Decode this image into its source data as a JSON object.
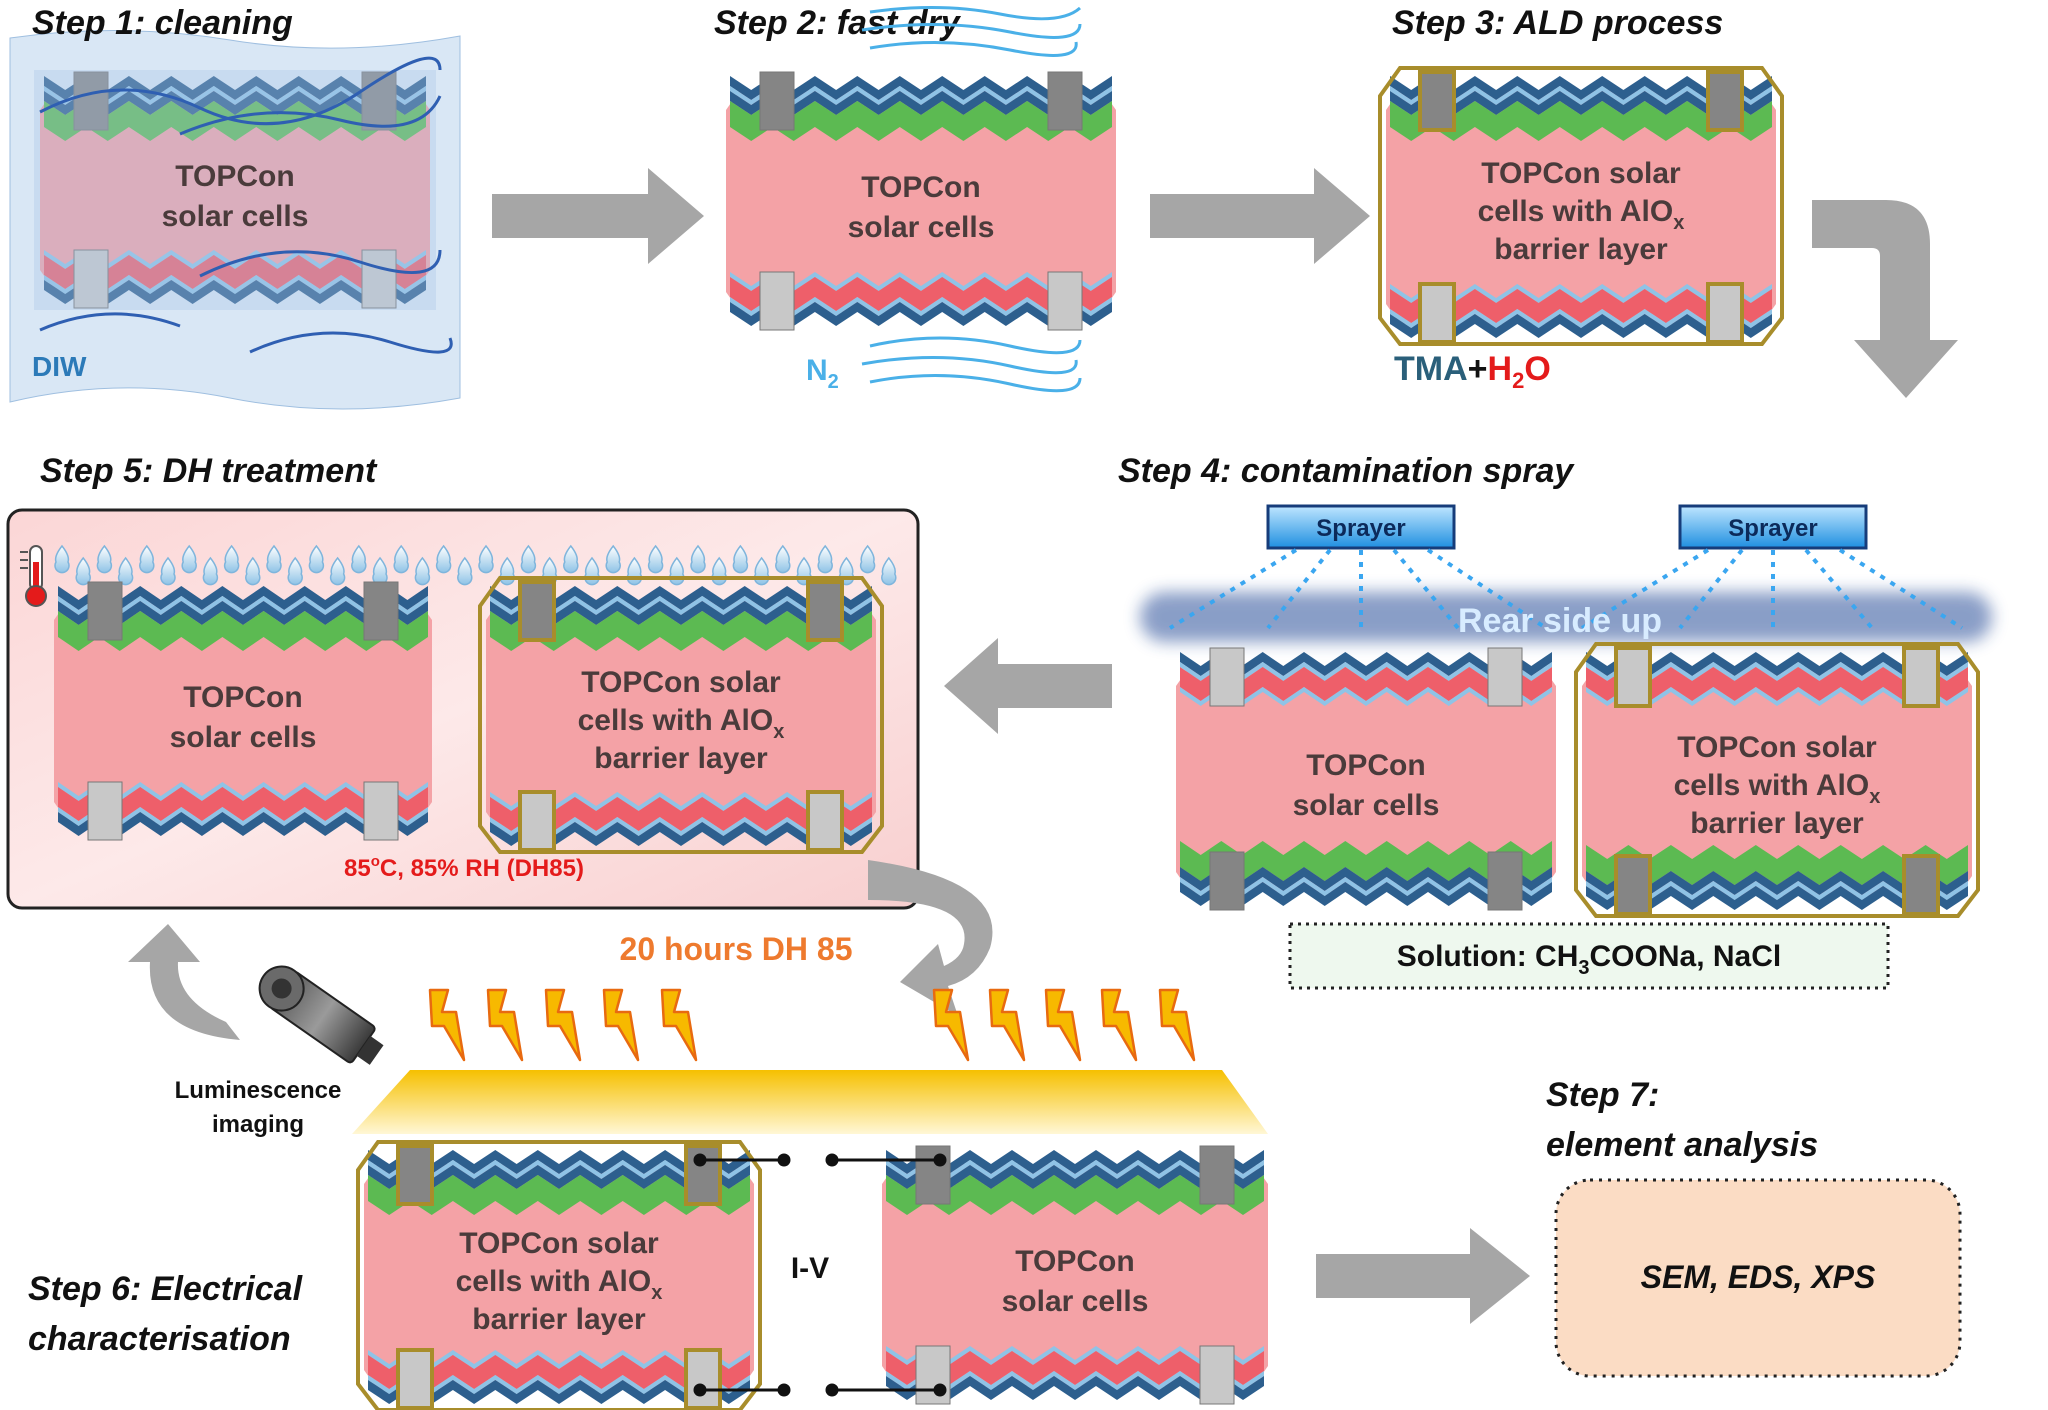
{
  "colors": {
    "pink": "#f4a2a6",
    "green": "#5cba52",
    "blue": "#2d5f8e",
    "lightblue": "#8fc3e6",
    "red_layer": "#ee5f6a",
    "gold": "#a88d2b",
    "arrow": "#a6a6a6",
    "dh_bg": "#fbdcdc",
    "accent_blue": "#2c7ab8",
    "red_text": "#e41b1b",
    "orange_text": "#ee7a2e",
    "teal_text": "#2a5f7a"
  },
  "steps": {
    "s1": "Step 1: cleaning",
    "s2": "Step 2: fast dry",
    "s3": "Step 3: ALD process",
    "s4": "Step 4: contamination spray",
    "s5": "Step 5: DH treatment",
    "s6_line1": "Step 6: Electrical",
    "s6_line2": "characterisation",
    "s7_line1": "Step 7:",
    "s7_line2": "element analysis"
  },
  "cell": {
    "plain_line1": "TOPCon",
    "plain_line2": "solar cells",
    "aiox_line1": "TOPCon solar",
    "aiox_line2_pre": "cells with AlO",
    "aiox_line2_sub": "x",
    "aiox_line3": "barrier layer"
  },
  "labels": {
    "diw": "DIW",
    "n2": "N",
    "n2_sub": "2",
    "tma": "TMA",
    "plus": "+",
    "h2o_h": "H",
    "h2o_sub": "2",
    "h2o_o": "O",
    "sprayer": "Sprayer",
    "rear_side_up": "Rear side up",
    "solution_pre": "Solution: CH",
    "solution_sub": "3",
    "solution_post": "COONa,  NaCl",
    "dh_condition_pre": "85",
    "dh_condition_sup": "o",
    "dh_condition_post": "C, 85% RH (DH85)",
    "hours": "20 hours DH 85",
    "lum_line1": "Luminescence",
    "lum_line2": "imaging",
    "iv": "I-V",
    "analysis": "SEM, EDS, XPS"
  }
}
